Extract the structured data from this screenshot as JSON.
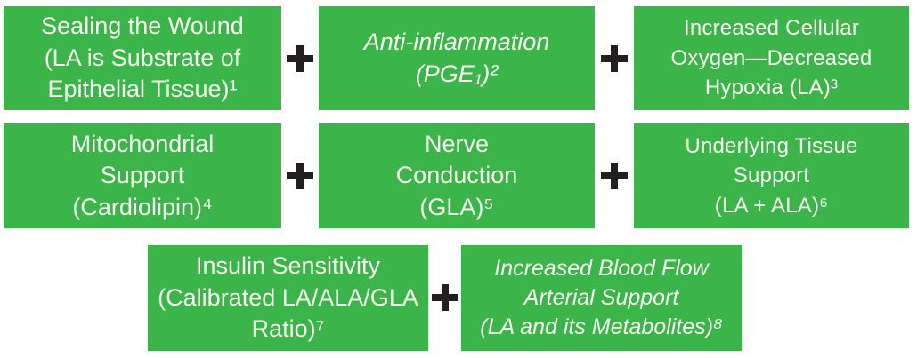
{
  "palette": {
    "box_green": "#3bb54a",
    "plus_black": "#231f20",
    "text_white": "#f6fbf0",
    "background": "#ffffff"
  },
  "icons": {
    "plus": "plus-sign"
  },
  "diagram": {
    "plus_sign": "+",
    "boxes": [
      {
        "id": "sealing-the-wound",
        "text": "Sealing the Wound\n(LA is Substrate of\nEpithelial Tissue)¹"
      },
      {
        "id": "anti-inflammation",
        "text": "Anti-inflammation\n(PGE₁)²"
      },
      {
        "id": "increased-cellular-oxygen",
        "text": "Increased Cellular\nOxygen—Decreased\nHypoxia (LA)³"
      },
      {
        "id": "mitochondrial-support",
        "text": "Mitochondrial\nSupport\n(Cardiolipin)⁴"
      },
      {
        "id": "nerve-conduction",
        "text": "Nerve\nConduction\n(GLA)⁵"
      },
      {
        "id": "underlying-tissue-support",
        "text": "Underlying Tissue\nSupport\n(LA + ALA)⁶"
      },
      {
        "id": "insulin-sensitivity",
        "text": "Insulin Sensitivity\n(Calibrated LA/ALA/GLA\nRatio)⁷"
      },
      {
        "id": "increased-blood-flow",
        "text": "Increased Blood Flow\nArterial Support\n(LA and its Metabolites)⁸"
      }
    ]
  }
}
